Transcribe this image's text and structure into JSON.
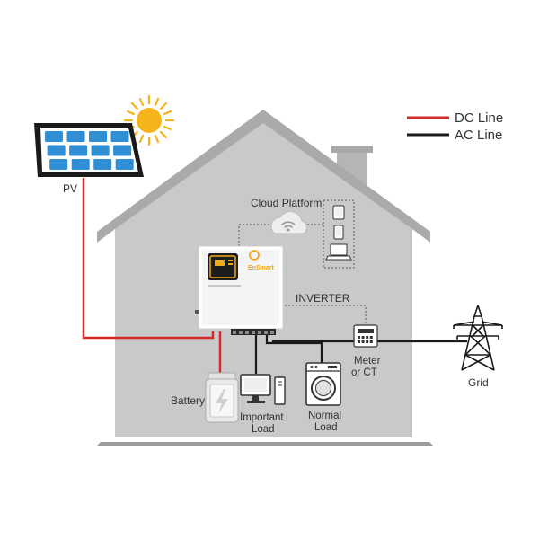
{
  "legend": {
    "dc_label": "DC Line",
    "ac_label": "AC Line",
    "dc_color": "#d42a2a",
    "ac_color": "#1a1a1a"
  },
  "labels": {
    "pv": "PV",
    "cloud": "Cloud Platform",
    "inverter": "INVERTER",
    "battery": "Battery",
    "important_load_1": "Important",
    "important_load_2": "Load",
    "normal_load_1": "Normal",
    "normal_load_2": "Load",
    "meter_1": "Meter",
    "meter_2": "or CT",
    "grid": "Grid",
    "brand": "EnSmart"
  },
  "colors": {
    "house_wall": "#c8c9cb",
    "roof": "#a8a9ab",
    "panel_blue": "#2f8ed4",
    "panel_frame": "#1a1a1a",
    "sun": "#f5b41a",
    "inverter_accent": "#f0a81c"
  },
  "icons": [
    "sun-icon",
    "solar-panel-icon",
    "wifi-cloud-icon",
    "tablet-icon",
    "phone-icon",
    "laptop-icon",
    "battery-icon",
    "computer-icon",
    "washing-machine-icon",
    "meter-icon",
    "transmission-tower-icon"
  ]
}
